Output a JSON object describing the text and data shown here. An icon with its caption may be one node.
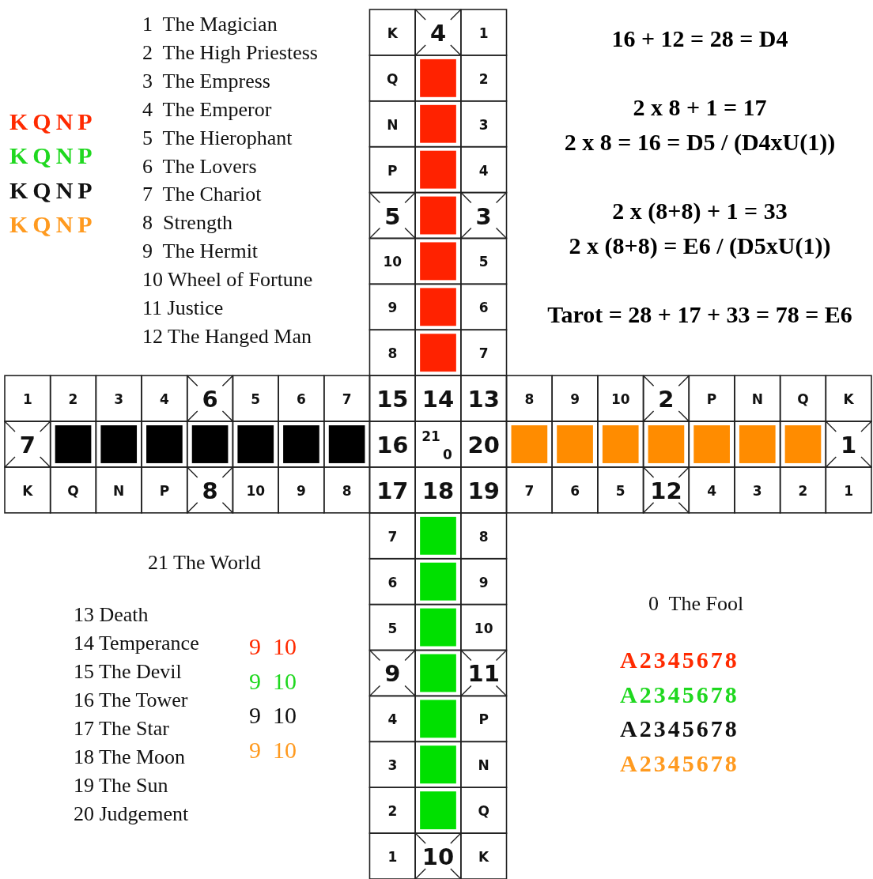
{
  "diagram": {
    "labels": [
      "1  The Magician",
      "2  The High Priestess",
      "3  The Empress",
      "4  The Emperor",
      "5  The Hierophant",
      "6  The Lovers",
      "7  The Chariot",
      "8  Strength",
      "9  The Hermit",
      "10 Wheel of Fortune",
      "11 Justice",
      "12 The Hanged Man",
      "KQNP",
      "KQNP",
      "KQNP",
      "KQNP",
      "16 + 12 = 28 = D4",
      "2 x 8 + 1 = 17",
      "2 x 8 = 16 = D5 / (D4xU(1))",
      "2 x (8+8) + 1 = 33",
      "2 x (8+8) = E6 / (D5xU(1))",
      "Tarot = 28 + 17 + 33 = 78 = E6",
      "K",
      "4",
      "1",
      "Q",
      "2",
      "N",
      "3",
      "P",
      "4",
      "5",
      "3",
      "10",
      "5",
      "9",
      "6",
      "8",
      "7",
      "1",
      "2",
      "3",
      "4",
      "6",
      "5",
      "6",
      "7",
      "15",
      "14",
      "13",
      "8",
      "9",
      "10",
      "2",
      "P",
      "N",
      "Q",
      "K",
      "7",
      "16",
      "21",
      "0",
      "20",
      "1",
      "K",
      "Q",
      "N",
      "P",
      "8",
      "10",
      "9",
      "8",
      "17",
      "18",
      "19",
      "7",
      "6",
      "5",
      "12",
      "4",
      "3",
      "2",
      "1",
      "7",
      "8",
      "6",
      "9",
      "5",
      "10",
      "9",
      "11",
      "4",
      "P",
      "3",
      "N",
      "2",
      "Q",
      "1",
      "10",
      "K",
      "21 The World",
      "13 Death",
      "14 Temperance",
      "15 The Devil",
      "16 The Tower",
      "17 The Star",
      "18 The Moon",
      "19 The Sun",
      "20 Judgement",
      "9  10",
      "9  10",
      "9  10",
      "9  10",
      "0  The Fool",
      "A2345678",
      "A2345678",
      "A2345678",
      "A2345678"
    ]
  }
}
